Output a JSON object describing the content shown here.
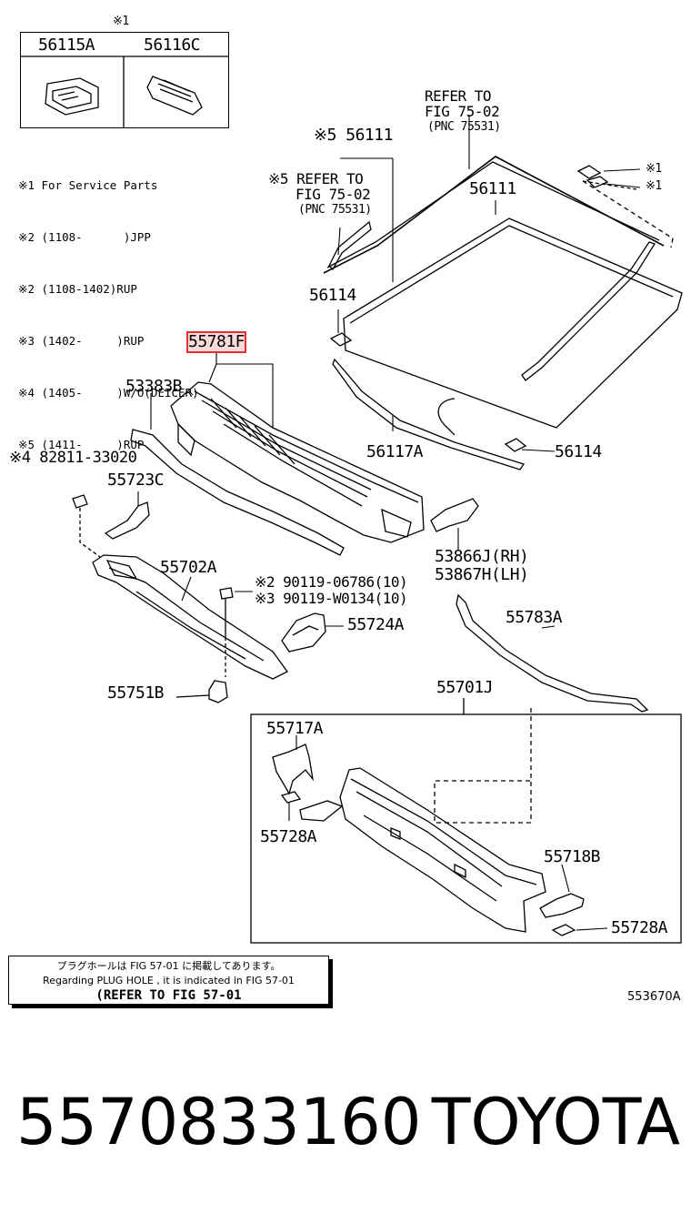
{
  "top_box": {
    "mark": "※1",
    "left_part": "56115A",
    "right_part": "56116C"
  },
  "notes": [
    "※1 For Service Parts",
    "※2 (1108-      )JPP",
    "※2 (1108-1402)RUP",
    "※3 (1402-     )RUP",
    "※4 (1405-     )W/O(DEICER)",
    "※5 (1411-     )RUP"
  ],
  "labels": {
    "refer_top": [
      "REFER TO",
      "FIG 75-02",
      "(PNC 75531)"
    ],
    "refer_left": [
      "※5 REFER TO",
      "FIG 75-02",
      "(PNC 75531)"
    ],
    "p56111_top": "※5 56111",
    "p56111_glass": "56111",
    "mark_r1": "※1",
    "mark_r2": "※1",
    "p56114_top": "56114",
    "p56114_bottom": "56114",
    "p55781": "55781F",
    "p53383": "53383B",
    "p56117": "56117A",
    "p82811": "※4 82811-33020",
    "p55723": "55723C",
    "p53866": "53866J(RH)",
    "p53867": "53867H(LH)",
    "p55702": "55702A",
    "p90119a": "※2 90119-06786(10)",
    "p90119b": "※3 90119-W0134(10)",
    "p55724": "55724A",
    "p55783": "55783A",
    "p55751": "55751B",
    "p55701": "55701J",
    "p55717": "55717A",
    "p55728_left": "55728A",
    "p55718": "55718B",
    "p55728_right": "55728A"
  },
  "remark": {
    "jp": "プラグホールは FIG 57-01 に掲載してあります。",
    "en": "Regarding  PLUG  HOLE , it is indicated in FIG  57-01",
    "ref": "(REFER  TO  FIG 57-01"
  },
  "fig_code": "553670A",
  "footer": {
    "part_number": "5570833160",
    "brand": "TOYOTA"
  }
}
